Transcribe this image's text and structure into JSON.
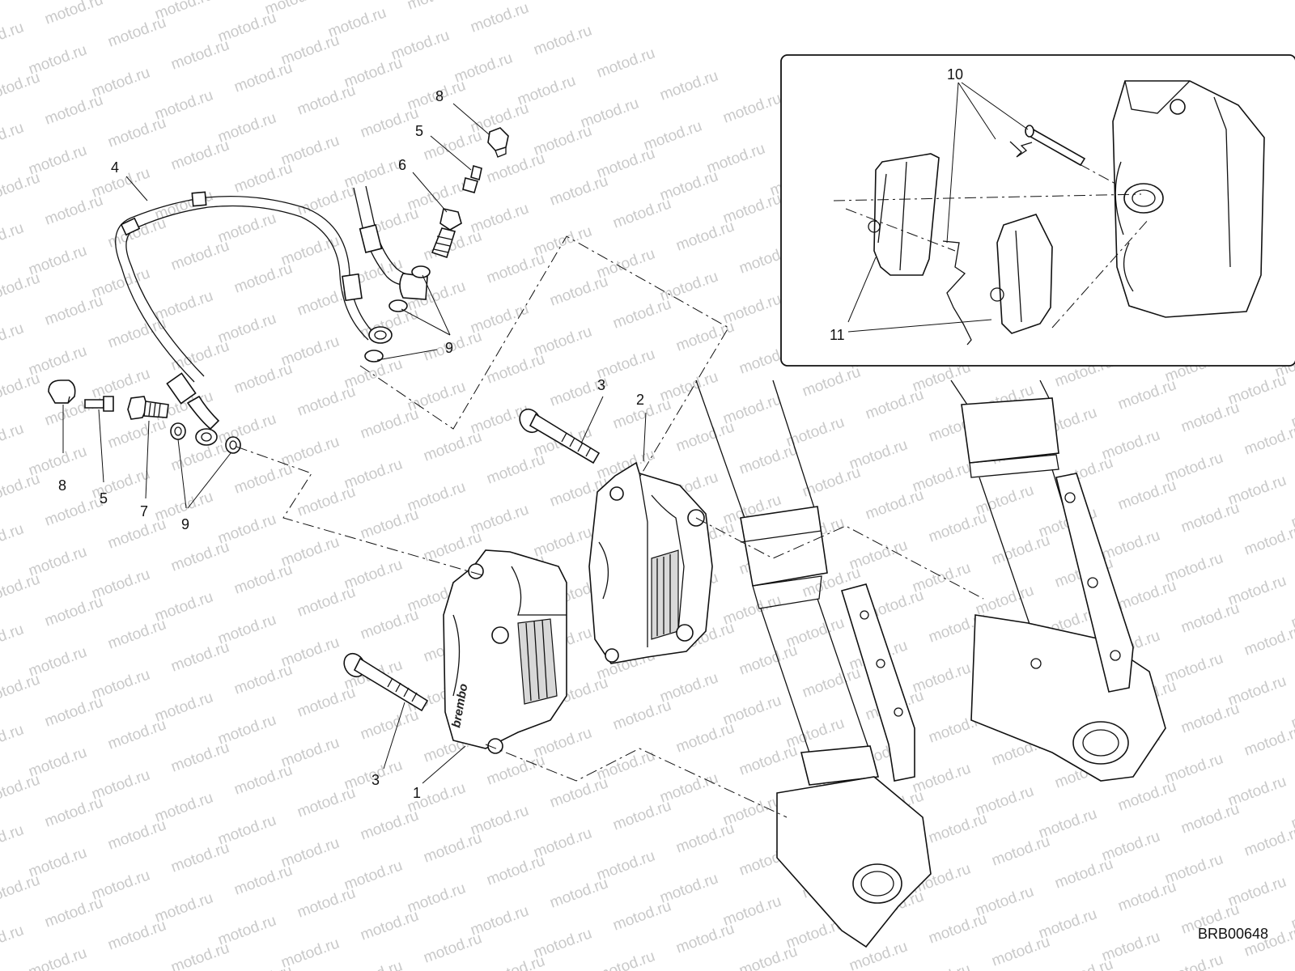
{
  "diagram": {
    "drawing_code": "BRB00648",
    "watermark_text": "motod.ru",
    "caliper_brand": "brembo",
    "callouts": [
      {
        "id": "c1",
        "text": "1"
      },
      {
        "id": "c2",
        "text": "2"
      },
      {
        "id": "c3a",
        "text": "3"
      },
      {
        "id": "c3b",
        "text": "3"
      },
      {
        "id": "c4",
        "text": "4"
      },
      {
        "id": "c5a",
        "text": "5"
      },
      {
        "id": "c5b",
        "text": "5"
      },
      {
        "id": "c6",
        "text": "6"
      },
      {
        "id": "c7",
        "text": "7"
      },
      {
        "id": "c8a",
        "text": "8"
      },
      {
        "id": "c8b",
        "text": "8"
      },
      {
        "id": "c9a",
        "text": "9"
      },
      {
        "id": "c9b",
        "text": "9"
      },
      {
        "id": "c10",
        "text": "10"
      },
      {
        "id": "c11",
        "text": "11"
      }
    ]
  }
}
